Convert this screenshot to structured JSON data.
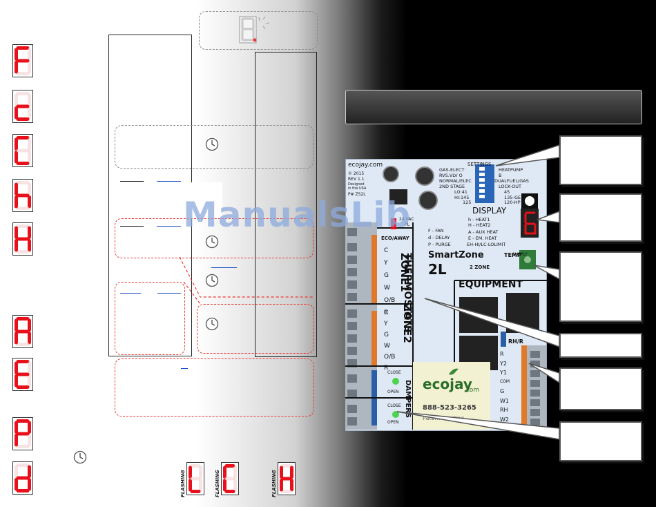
{
  "watermark": "ManualsLib",
  "board": {
    "brand_url": "ecojay.com",
    "copyright": "© 2015",
    "rev": "REV 1.1",
    "designed": "Designed",
    "in_usa": "in the USA",
    "part": "P# ZS2L",
    "settings": "SETTINGS",
    "sw_gas_elect": "GAS-ELECT",
    "sw_heatpump": "HEATPUMP",
    "sw_rvs": "RVS.VLV O",
    "sw_b": "B",
    "sw_normal": "NORMAL/ELEC",
    "sw_dualfuel": "DUALFUEL/GAS",
    "sw_2nd": "2ND STAGE",
    "sw_lockout": "LOCK-OUT",
    "temp_lo": "LO:41",
    "temp_hi": "HI:145",
    "temp_125": "125",
    "temp_45": "45",
    "temp_135": "135-GE",
    "temp_120": "120-HP",
    "display": "DISPLAY",
    "digit": "6",
    "legend_f": "F - FAN",
    "legend_d": "d - DELAY",
    "legend_p": "P - PURGE",
    "legend_h1": "h - HEAT1",
    "legend_h2": "H - HEAT2",
    "legend_aux": "A - AUX HEAT",
    "legend_em": "E - EM. HEAT",
    "legend_lc": "EH-HI/LC-LOLIMIT",
    "eco_away": "ECO/AWAY",
    "ac24": "24 VAC",
    "pl": "PL",
    "model": "SmartZone",
    "model2": "2L",
    "zone_tag": "2 ZONE",
    "temp_label": "TEMP",
    "supply": "SUPPLY",
    "thermostats": "THERMOSTATS",
    "zone1": "ZONE1",
    "zone2": "ZONE2",
    "equipment": "EQUIPMENT",
    "rh_r": "RH/R",
    "dampers": "DAMPERS",
    "close": "CLOSE",
    "open": "OPEN",
    "eco_logo": "ecojay",
    "eco_dotcom": ".com",
    "phone": "888-523-3265",
    "patent": "Patent Pending",
    "zone_terms": [
      "C",
      "Y",
      "G",
      "W",
      "O/B",
      "R"
    ],
    "eq_terms": [
      "R",
      "Y2",
      "Y1",
      "COM",
      "G",
      "W1",
      "RH",
      "W2"
    ]
  },
  "flashing_label": "FLASHING",
  "icons": {
    "digits": [
      "F",
      "c",
      "C",
      "h",
      "H",
      "A",
      "E",
      "P",
      "d"
    ],
    "flashing_digits": [
      "LC",
      "C",
      "H"
    ]
  },
  "colors": {
    "led_red": "#e8101a",
    "led_dim": "#3a0000",
    "board": "#dfe9f6",
    "link_blue": "#1a4fc4",
    "dash_red": "#e33333"
  }
}
